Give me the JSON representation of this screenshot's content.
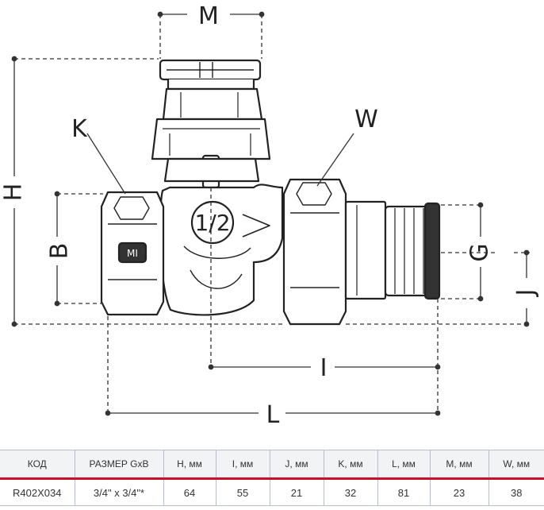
{
  "diagram": {
    "labels": {
      "M": "M",
      "W": "W",
      "K": "K",
      "H": "H",
      "B": "B",
      "G": "G",
      "J": "J",
      "I": "I",
      "L": "L",
      "size_mark": "1/2"
    }
  },
  "table": {
    "headers": [
      "КОД",
      "РАЗМЕР GxB",
      "H, мм",
      "I, мм",
      "J, мм",
      "K, мм",
      "L, мм",
      "M, мм",
      "W, мм"
    ],
    "rows": [
      [
        "R402X034",
        "3/4\" x 3/4\"*",
        "64",
        "55",
        "21",
        "32",
        "81",
        "23",
        "38"
      ]
    ]
  },
  "colors": {
    "accent": "#c8102e",
    "line": "#333333",
    "header_bg": "#f2f3f5"
  }
}
